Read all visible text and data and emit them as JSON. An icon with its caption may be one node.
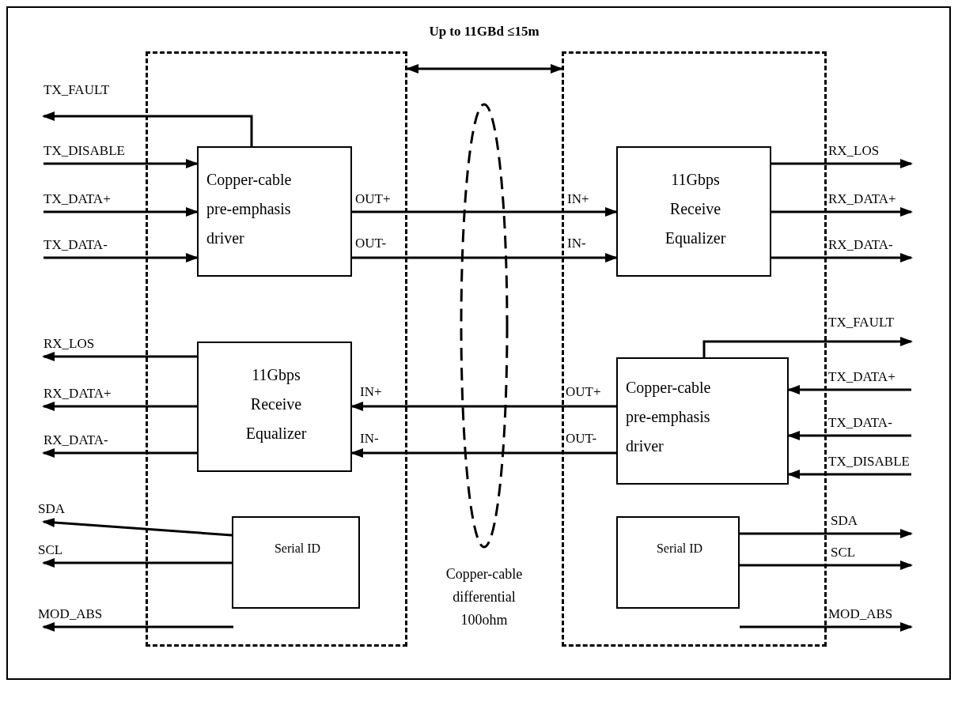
{
  "diagram": {
    "nodes": [
      {
        "text": [],
        "shape": "box"
      },
      {
        "text": [],
        "shape": "box"
      },
      {
        "text": [
          "Copper-cable pre-emphasis driver"
        ],
        "in": 0
      },
      {
        "text": [
          "11Gbps Receive Equalizer"
        ],
        "in": 1
      },
      {
        "text": [
          "11Gbps Receive Equalizer"
        ],
        "in": 0
      },
      {
        "text": [
          "Copper-cable pre-emphasis driver"
        ],
        "in": 1
      },
      {
        "text": [
          "Serial ID"
        ],
        "in": 0
      },
      {
        "text": [
          "Serial ID"
        ],
        "in": 1
      }
    ],
    "edges": [
      {
        "from": 2,
        "to": null,
        "arrow": "to",
        "label": "TX_FAULT"
      },
      {
        "from": null,
        "to": 2,
        "arrow": "to",
        "label": "TX_DISABLE"
      },
      {
        "from": null,
        "to": 2,
        "arrow": "to",
        "label": "TX_DATA+"
      },
      {
        "from": null,
        "to": 2,
        "arrow": "to",
        "label": "TX_DATA-"
      },
      {
        "from": 2,
        "to": 3,
        "arrow": "to"
      },
      {
        "from": 2,
        "to": 3,
        "arrow": "to"
      },
      {
        "from": 3,
        "to": null,
        "arrow": "to",
        "label": "RX_LOS"
      },
      {
        "from": 3,
        "to": null,
        "arrow": "to",
        "label": "RX_DATA+"
      },
      {
        "from": 3,
        "to": null,
        "arrow": "to",
        "label": "RX_DATA-"
      },
      {
        "from": 4,
        "to": null,
        "arrow": "to",
        "label": "RX_LOS"
      },
      {
        "from": 4,
        "to": null,
        "arrow": "to",
        "label": "RX_DATA+"
      },
      {
        "from": 4,
        "to": null,
        "arrow": "to",
        "label": "RX_DATA-"
      },
      {
        "from": 5,
        "to": 4,
        "arrow": "to"
      },
      {
        "from": 5,
        "to": 4,
        "arrow": "to"
      },
      {
        "from": 5,
        "to": null,
        "arrow": "to",
        "label": "TX_FAULT"
      },
      {
        "from": null,
        "to": 5,
        "arrow": "to",
        "label": "TX_DATA+"
      },
      {
        "from": null,
        "to": 5,
        "arrow": "to",
        "label": "TX_DATA-"
      },
      {
        "from": null,
        "to": 5,
        "arrow": "to",
        "label": "TX_DISABLE"
      },
      {
        "from": 6,
        "to": null,
        "arrow": "to",
        "label": "SDA"
      },
      {
        "from": 6,
        "to": null,
        "arrow": "to",
        "label": "SCL"
      },
      {
        "from": 0,
        "to": null,
        "arrow": "to",
        "label": "MOD_ABS"
      },
      {
        "from": 7,
        "to": null,
        "arrow": "to",
        "label": "SDA"
      },
      {
        "from": 7,
        "to": null,
        "arrow": "to",
        "label": "SCL"
      },
      {
        "from": 1,
        "to": null,
        "arrow": "to",
        "label": "MOD_ABS"
      },
      {
        "from": 0,
        "to": 1,
        "arrow": "both",
        "label": "Up to 11GBd ≤15m"
      }
    ],
    "labels": [
      "OUT+",
      "IN+",
      "OUT-",
      "IN-",
      "IN+",
      "OUT+",
      "IN-",
      "OUT-",
      "Copper-cable differential 100ohm"
    ]
  }
}
